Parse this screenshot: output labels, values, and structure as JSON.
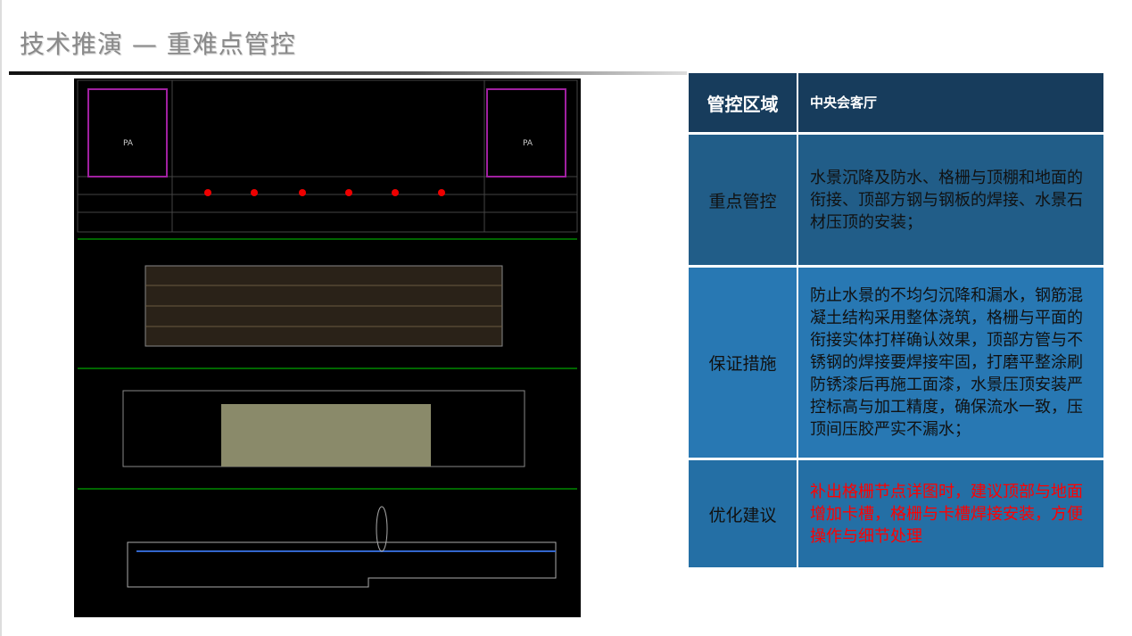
{
  "page": {
    "title": "技术推演 —  重难点管控"
  },
  "drawing": {
    "labels": [
      "PA",
      "PA"
    ]
  },
  "table": {
    "header": {
      "label": "管控区域",
      "value": "中央会客厅"
    },
    "rows": [
      {
        "label": "重点管控",
        "value": "水景沉降及防水、格栅与顶棚和地面的衔接、顶部方钢与钢板的焊接、水景石材压顶的安装；"
      },
      {
        "label": "保证措施",
        "value": "防止水景的不均匀沉降和漏水，钢筋混凝土结构采用整体浇筑，格栅与平面的衔接实体打样确认效果，顶部方管与不锈钢的焊接要焊接牢固，打磨平整涂刷防锈漆后再施工面漆，水景压顶安装严控标高与加工精度，确保流水一致，压顶间压胶严实不漏水；"
      },
      {
        "label": "优化建议",
        "value": "补出格栅节点详图时，建议顶部与地面增加卡槽，格栅与卡槽焊接安装，方便操作与细节处理",
        "color": "#ff0000"
      }
    ]
  },
  "colors": {
    "header_bg": "#173c5c",
    "row1_bg": "#215d88",
    "row2_bg": "#2878b3",
    "row3_bg": "#246fa5",
    "highlight": "#ff0000"
  }
}
